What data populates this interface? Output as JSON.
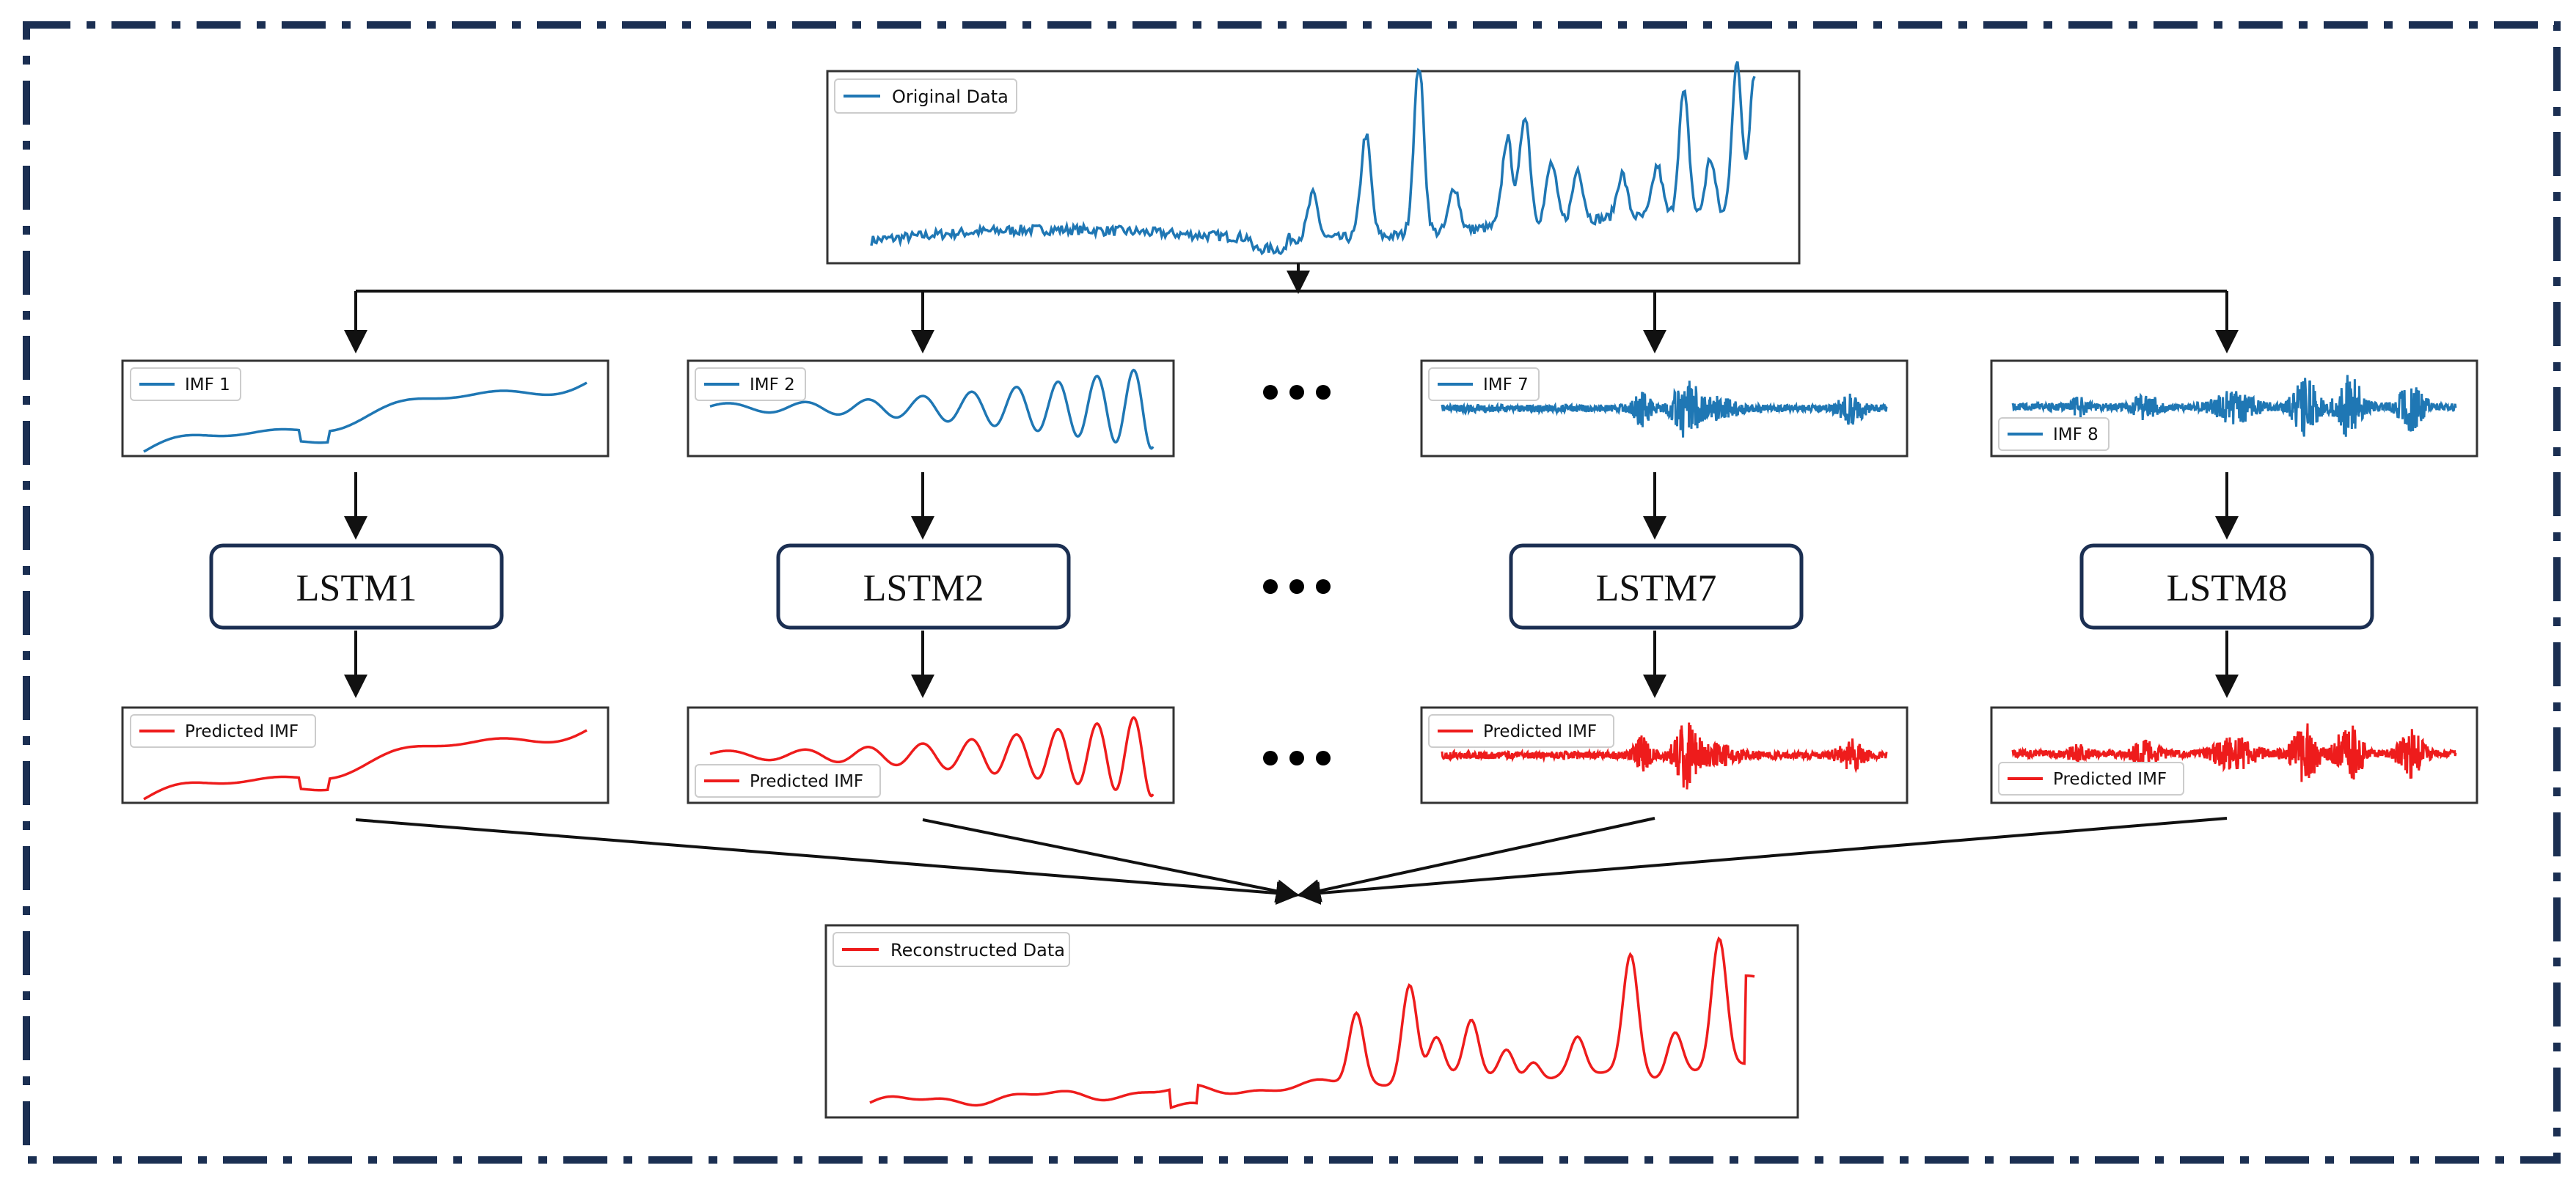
{
  "colors": {
    "frame": "#1b2f52",
    "signal": "#1f77b4",
    "predicted": "#ee1c1c",
    "arrow": "#111111",
    "lstm_border": "#1b2f52"
  },
  "top": {
    "legend": "Original Data"
  },
  "imfs": [
    {
      "legend": "IMF 1"
    },
    {
      "legend": "IMF 2"
    },
    {
      "legend": "IMF 7"
    },
    {
      "legend": "IMF 8"
    }
  ],
  "lstms": [
    {
      "label": "LSTM1"
    },
    {
      "label": "LSTM2"
    },
    {
      "label": "LSTM7"
    },
    {
      "label": "LSTM8"
    }
  ],
  "predictions": [
    {
      "legend": "Predicted IMF"
    },
    {
      "legend": "Predicted IMF"
    },
    {
      "legend": "Predicted IMF"
    },
    {
      "legend": "Predicted IMF"
    }
  ],
  "bottom": {
    "legend": "Reconstructed Data"
  }
}
